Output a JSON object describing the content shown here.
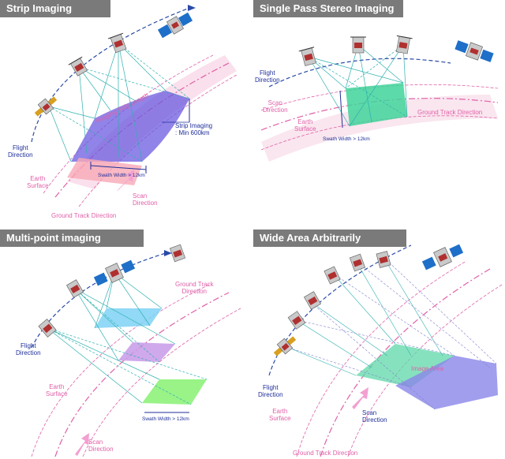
{
  "panels": {
    "strip": {
      "title": "Strip Imaging",
      "flight_direction": "Flight\nDirection",
      "earth_surface": "Earth\nSurface",
      "imaging_strip_length": "Imaging Strip Length",
      "strip_imaging": "Strip Imaging\n: Min 600km",
      "swath_width": "Swath Width > 12km",
      "scan_direction": "Scan\nDirection",
      "ground_track_direction": "Ground Track Direction"
    },
    "stereo": {
      "title": "Single Pass Stereo Imaging",
      "flight_direction": "Flight\nDirection",
      "scan_direction": "Scan\nDirection",
      "earth_surface": "Earth\nSurface",
      "ground_track_direction": "Ground Track Direction",
      "swath_width": "Swath Width > 12km"
    },
    "multipoint": {
      "title": "Multi-point imaging",
      "ground_track_direction": "Ground Track\nDirection",
      "flight_direction": "Flight\nDirection",
      "earth_surface": "Earth\nSurface",
      "swath_width": "Swath Width > 12km",
      "scan_direction": "Scan\nDirection"
    },
    "wide": {
      "title": "Wide Area Arbitrarily Imaging",
      "image_area": "Image Area",
      "flight_direction": "Flight\nDirection",
      "earth_surface": "Earth\nSurface",
      "scan_direction": "Scan\nDirection",
      "ground_track_direction": "Ground Track Direction"
    }
  },
  "colors": {
    "title_bar": "#7a7a7a",
    "flight_path": "#2a4aa8",
    "ground_track": "#e060a8",
    "beam": "#30b0b0",
    "strip_fill": "#6b5be0",
    "stereo_fill": "#3fd39a",
    "cyan_fill": "#7ed2f4",
    "violet_fill": "#c79ae8",
    "green_fill": "#8ef27a",
    "wide_green": "#5ed8a8",
    "wide_blue": "#8a86e8",
    "solar_panel": "#1e6fc8",
    "sat_body": "#c9c9c9",
    "sat_red": "#b03030"
  },
  "icons": [
    "satellite-icon",
    "scan-arrow-icon"
  ]
}
